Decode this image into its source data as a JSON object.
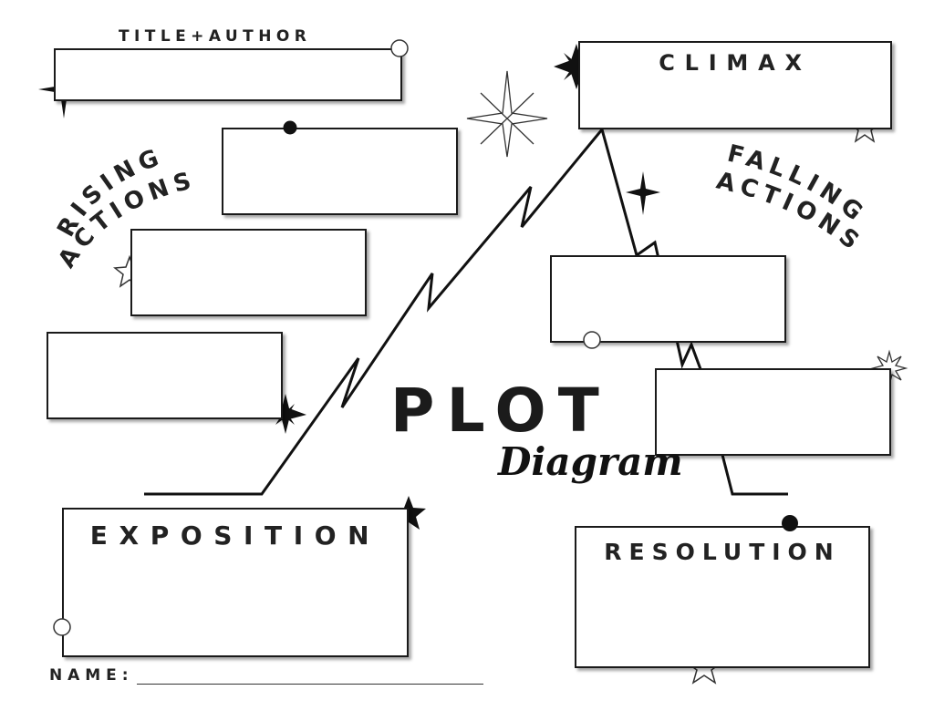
{
  "title_author": "TITLE+AUTHOR",
  "rising_actions": {
    "line1": "RISING",
    "line2": "ACTIONS"
  },
  "falling_actions": {
    "line1": "FALLING",
    "line2": "ACTIONS"
  },
  "climax": "CLIMAX",
  "exposition": "EXPOSITION",
  "resolution": "RESOLUTION",
  "plot_title": "PLOT",
  "plot_subtitle": "Diagram",
  "name_label": "NAME:"
}
